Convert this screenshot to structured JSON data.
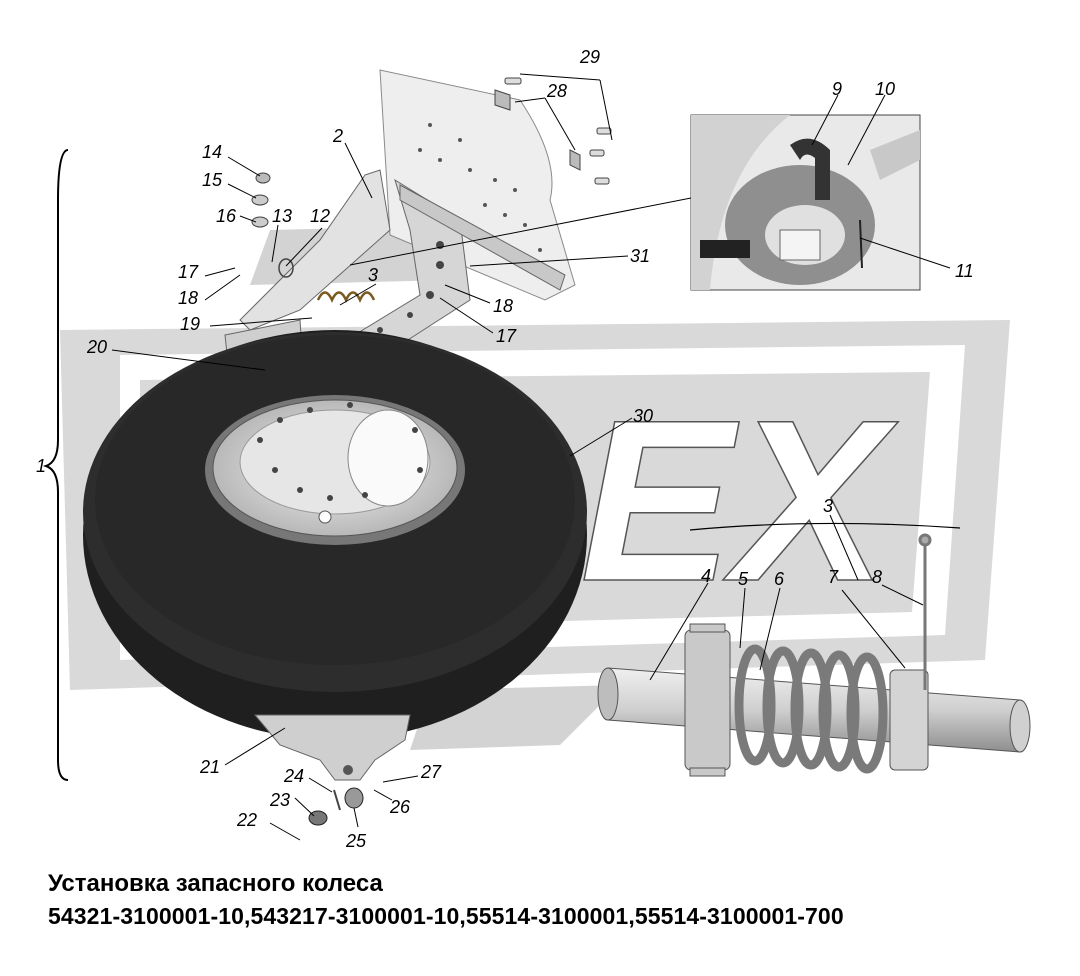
{
  "diagram": {
    "caption_title": "Установка запасного колеса",
    "caption_codes": "54321-3100001-10,543217-3100001-10,55514-3100001,55514-3100001-700",
    "callouts": {
      "c1": "1",
      "c2": "2",
      "c3a": "3",
      "c3b": "3",
      "c4": "4",
      "c5": "5",
      "c6": "6",
      "c7": "7",
      "c8": "8",
      "c9": "9",
      "c10": "10",
      "c11": "11",
      "c12": "12",
      "c13": "13",
      "c14": "14",
      "c15": "15",
      "c16": "16",
      "c17a": "17",
      "c17b": "17",
      "c18a": "18",
      "c18b": "18",
      "c19": "19",
      "c20": "20",
      "c21": "21",
      "c22": "22",
      "c23": "23",
      "c24": "24",
      "c25": "25",
      "c26": "26",
      "c27": "27",
      "c28": "28",
      "c29": "29",
      "c30": "30",
      "c31": "31"
    },
    "watermark": "EX",
    "colors": {
      "tire": "#262626",
      "metal": "#dcdcdc",
      "metal_dark": "#9a9a9a",
      "watermark": "#cfcfcf",
      "line": "#000000"
    }
  }
}
